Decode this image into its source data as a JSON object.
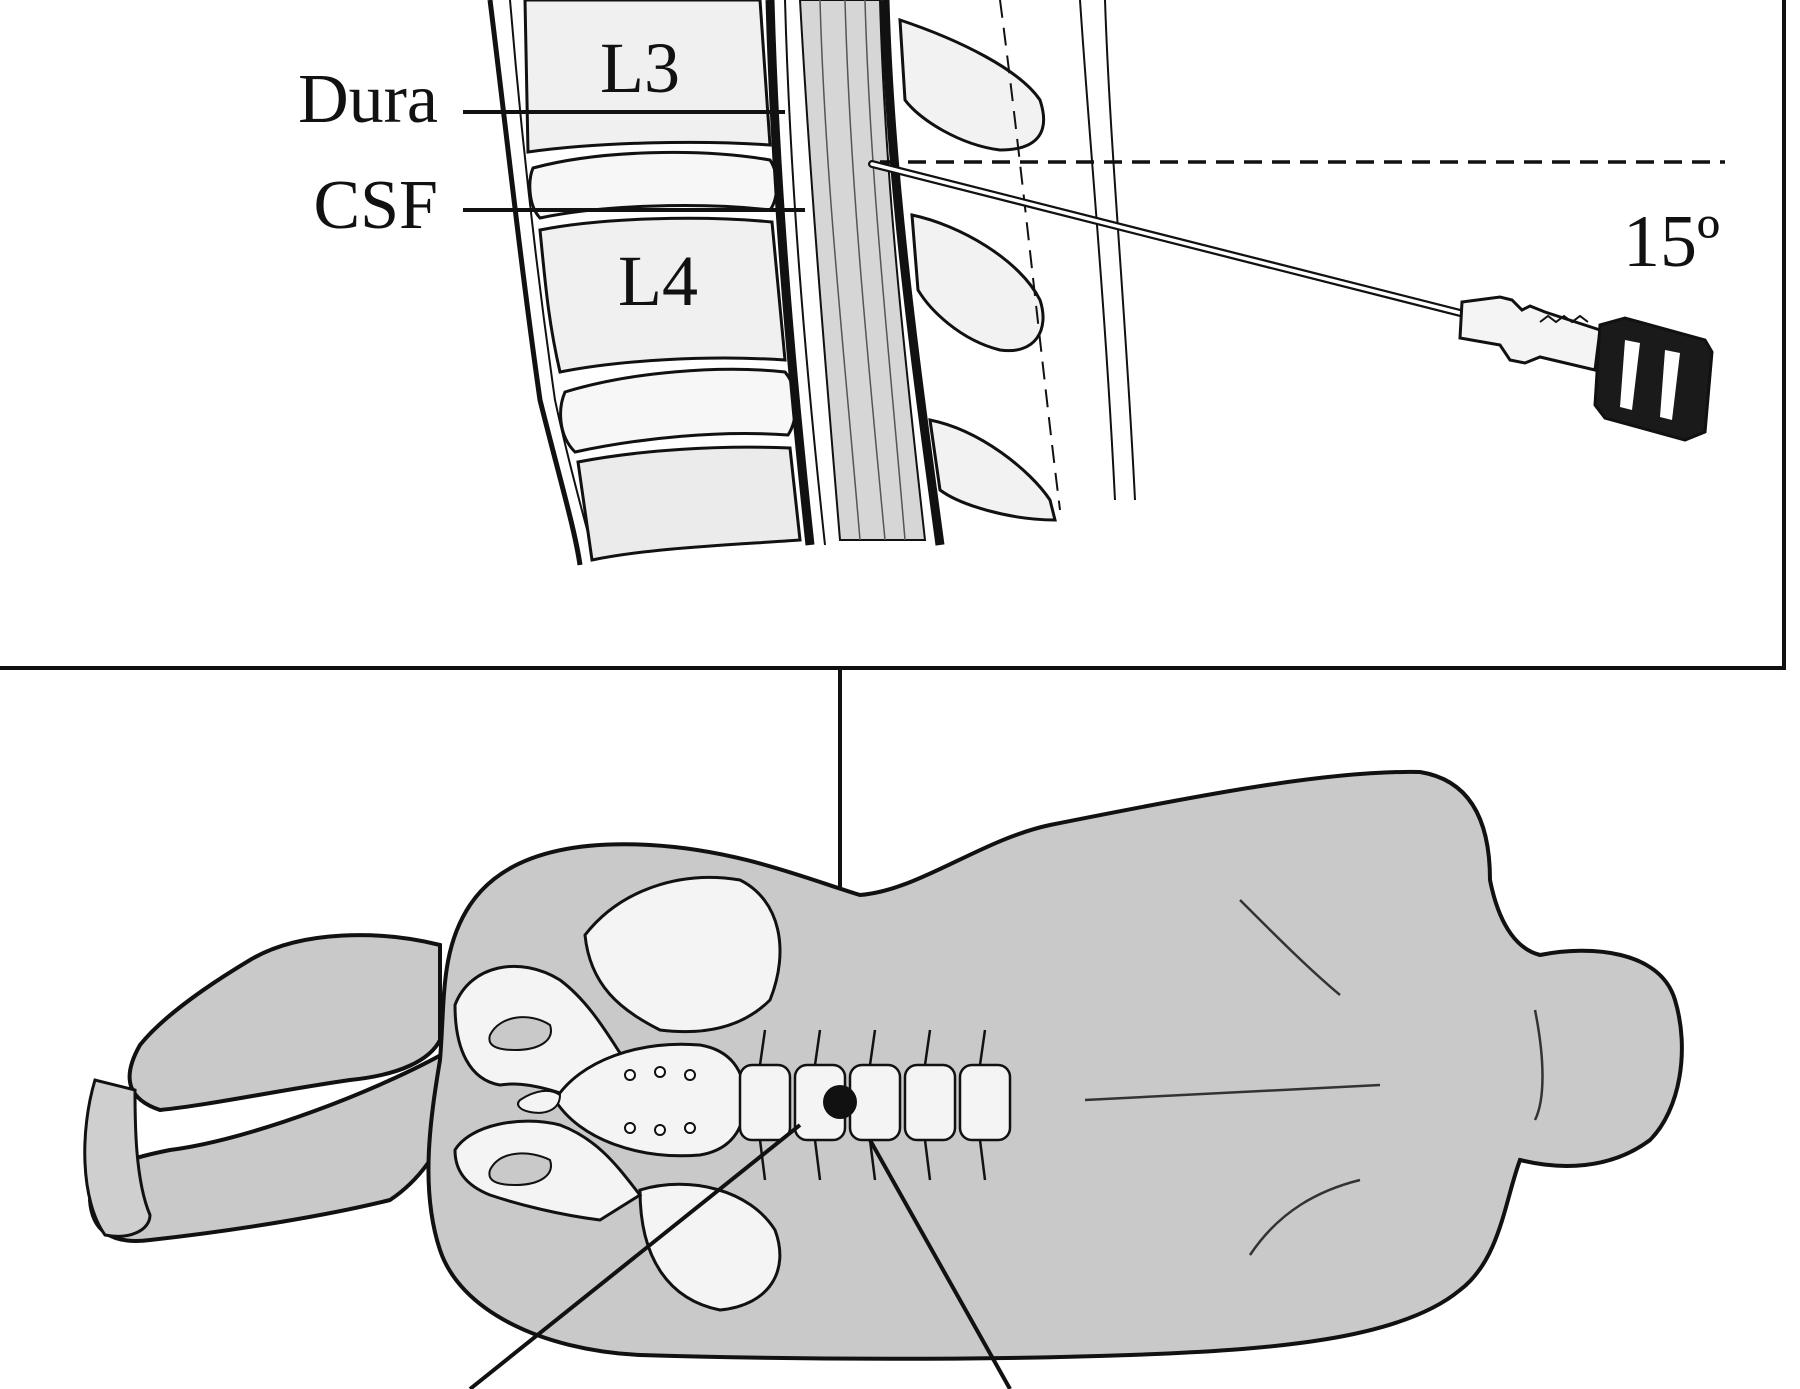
{
  "inset_labels": {
    "vertebra_upper": "L3",
    "vertebra_lower": "L4",
    "dura": "Dura",
    "csf": "CSF",
    "needle_angle": "15º"
  },
  "colors": {
    "ink": "#111111",
    "body_fill": "#c9c9c9",
    "bone_fill": "#f4f4f4",
    "shade": "#dddddd",
    "background": "#ffffff"
  }
}
